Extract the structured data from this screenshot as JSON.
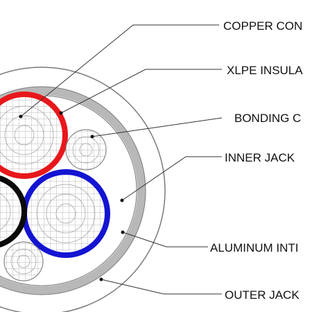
{
  "labels": {
    "copper_conductor": "COPPER CON",
    "xlpe_insulation": "XLPE INSULA",
    "bonding": "BONDING C",
    "inner_jacket": "INNER JACK",
    "aluminum_interlock": "ALUMINUM INTI",
    "outer_jacket": "OUTER JACK"
  },
  "colors": {
    "red_insulation": "#e8171b",
    "blue_insulation": "#1414d2",
    "black_insulation": "#0a0a0a",
    "aluminum_band": "#b8b8b8",
    "outline": "#7a7a7a"
  }
}
